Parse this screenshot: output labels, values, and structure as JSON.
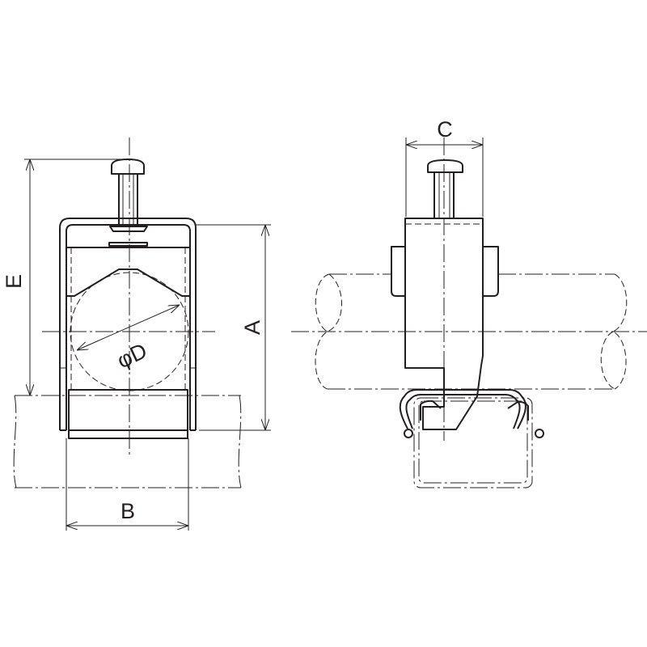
{
  "drawing": {
    "front_view": {
      "dimension_labels": {
        "height_total": "E",
        "height_body": "A",
        "width": "B",
        "diameter": "φD"
      }
    },
    "side_view": {
      "dimension_labels": {
        "depth": "C"
      }
    }
  }
}
